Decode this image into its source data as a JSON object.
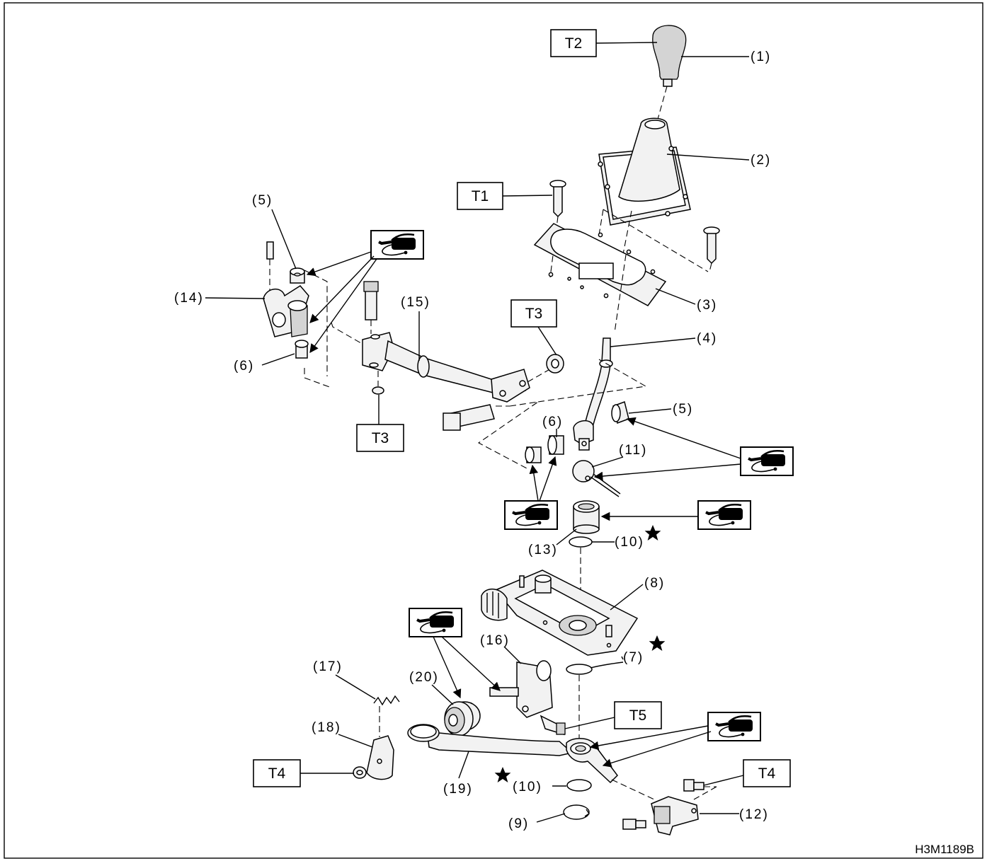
{
  "figure_code": "H3M1189B",
  "torque_labels": {
    "t1": "T1",
    "t2": "T2",
    "t3a": "T3",
    "t3b": "T3",
    "t4a": "T4",
    "t4b": "T4",
    "t5": "T5"
  },
  "part_labels": {
    "p1": "(1)",
    "p2": "(2)",
    "p3": "(3)",
    "p4": "(4)",
    "p5a": "(5)",
    "p5b": "(5)",
    "p6a": "(6)",
    "p6b": "(6)",
    "p7": "(7)",
    "p8": "(8)",
    "p9": "(9)",
    "p10a": "(10)",
    "p10b": "(10)",
    "p11": "(11)",
    "p12": "(12)",
    "p13": "(13)",
    "p14": "(14)",
    "p15": "(15)",
    "p16": "(16)",
    "p17": "(17)",
    "p18": "(18)",
    "p19": "(19)",
    "p20": "(20)"
  },
  "replace_symbol": "★",
  "icons": {
    "grease": "grease-gun-icon",
    "replace": "star-icon"
  }
}
